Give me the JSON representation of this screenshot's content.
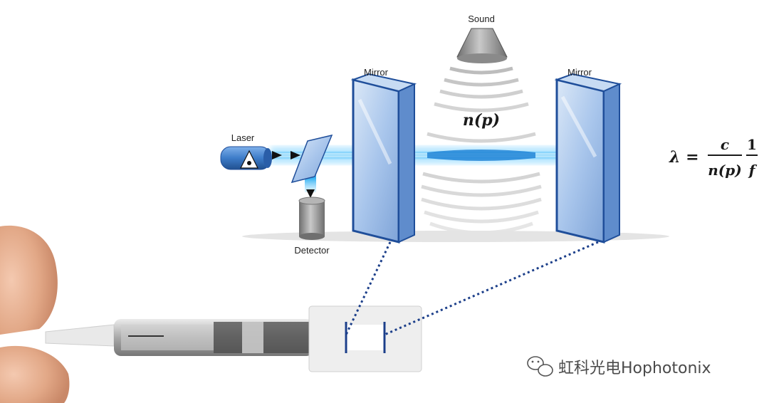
{
  "labels": {
    "sound": "Sound",
    "mirror_left": "Mirror",
    "mirror_right": "Mirror",
    "laser": "Laser",
    "detector": "Detector"
  },
  "math": {
    "refractive_index": "n(p)",
    "formula_lhs": "λ =",
    "formula_num": "c",
    "formula_den": "n(p)",
    "formula_num2": "1",
    "formula_den2": "f"
  },
  "watermark": "虹科光电Hophotonix",
  "colors": {
    "beam": "#29b6f6",
    "mirror_edge": "#1f4e9a",
    "mirror_glass": "#a9c6ec",
    "laser_body": "#3d7cc9",
    "detector": "#8d8d8d",
    "dotted_line": "#1c3f8a"
  }
}
